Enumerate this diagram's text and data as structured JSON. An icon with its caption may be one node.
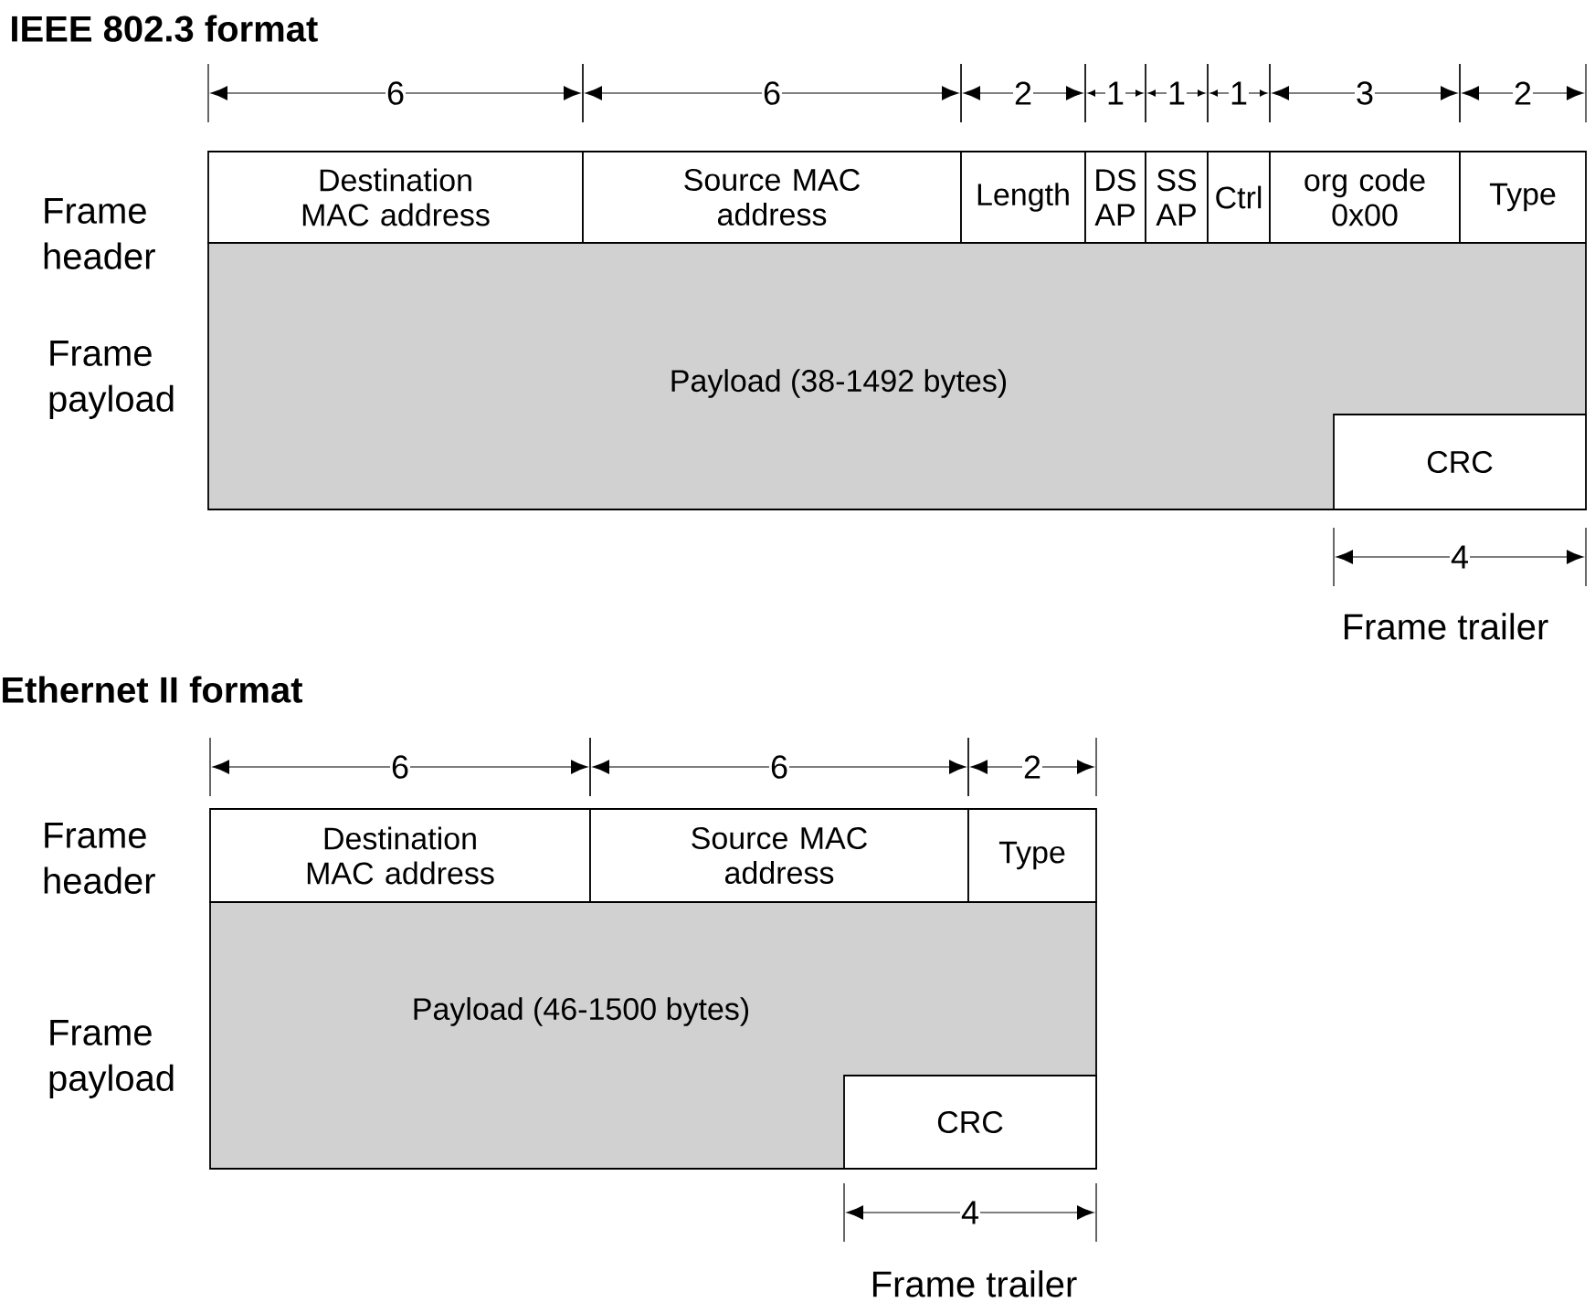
{
  "diagram": {
    "nodes": [
      {
        "text": [
          "Destination MAC address"
        ]
      },
      {
        "text": [
          "Source MAC address"
        ]
      },
      {
        "text": [
          "Length"
        ]
      },
      {
        "text": [
          "DS AP"
        ]
      },
      {
        "text": [
          "SS AP"
        ]
      },
      {
        "text": [
          "Ctrl"
        ]
      },
      {
        "text": [
          "org code 0x00"
        ]
      },
      {
        "text": [
          "Type"
        ]
      },
      {
        "text": [
          "Payload (38-1492 bytes)"
        ]
      },
      {
        "text": [
          "CRC"
        ],
        "in": 8
      },
      {
        "text": [
          "Destination MAC address"
        ]
      },
      {
        "text": [
          "Source MAC address"
        ]
      },
      {
        "text": [
          "Type"
        ]
      },
      {
        "text": [
          "Payload (46-1500 bytes)"
        ]
      },
      {
        "text": [
          "CRC"
        ],
        "in": 13
      }
    ],
    "labels": [
      "IEEE 802.3 format",
      "6",
      "6",
      "2",
      "1",
      "1",
      "1",
      "3",
      "2",
      "Frame header",
      "Frame payload",
      "4",
      "Frame trailer",
      "Ethernet II format",
      "6",
      "6",
      "2",
      "Frame header",
      "Frame payload",
      "4",
      "Frame trailer"
    ]
  }
}
